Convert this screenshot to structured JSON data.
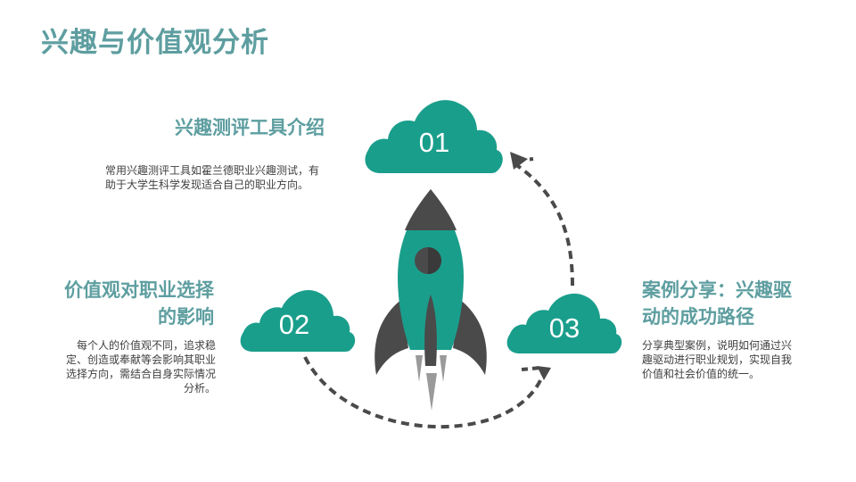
{
  "slide": {
    "title": "兴趣与价值观分析"
  },
  "items": [
    {
      "number": "01",
      "heading": "兴趣测评工具介绍",
      "desc_lines": [
        "常用兴趣测评工具如霍兰德职业兴趣测试，有",
        "助于大学生科学发现适合自己的职业方向。"
      ]
    },
    {
      "number": "02",
      "heading_lines": [
        "价值观对职业选择",
        "的影响"
      ],
      "desc_lines": [
        "每个人的价值观不同，追求稳",
        "定、创造或奉献等会影响其职业",
        "选择方向，需结合自身实际情况",
        "分析。"
      ]
    },
    {
      "number": "03",
      "heading_lines": [
        "案例分享：兴趣驱",
        "动的成功路径"
      ],
      "desc_lines": [
        "分享典型案例，说明如何通过兴",
        "趣驱动进行职业规划，实现自我",
        "价值和社会价值的统一。"
      ]
    }
  ],
  "colors": {
    "accent": "#1a9e8c",
    "title": "#5e9ea0",
    "dark": "#4a4a4a",
    "text": "#404040"
  },
  "icons": [
    "cloud-icon",
    "rocket-icon",
    "dashed-arrow-icon"
  ]
}
